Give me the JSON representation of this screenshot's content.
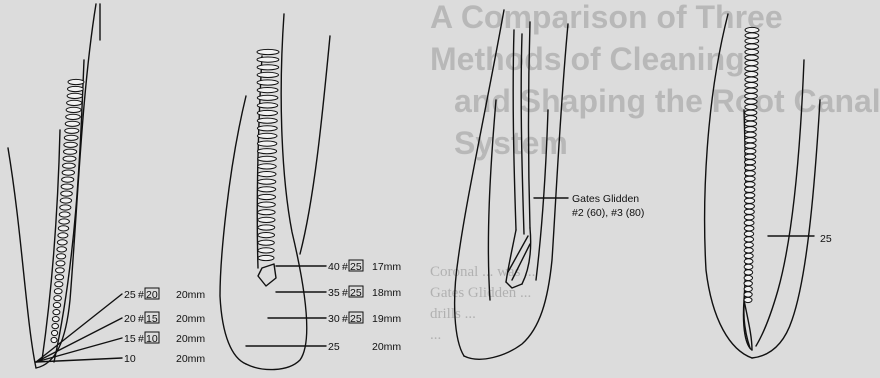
{
  "background_page": {
    "title_line1": "A Comparison of Three Methods of Cleaning",
    "title_line2": "and Shaping the Root Canal System",
    "body_text": "Coronal ... was ...\nGates Glidden ...\ndrills ...\n..."
  },
  "panels": [
    {
      "id": "panel-1",
      "labels": [
        {
          "prefix": "25",
          "boxed": "20",
          "length": "20mm"
        },
        {
          "prefix": "20",
          "boxed": "15",
          "length": "20mm"
        },
        {
          "prefix": "15",
          "boxed": "10",
          "length": "20mm"
        },
        {
          "prefix": "10",
          "boxed": "",
          "length": "20mm"
        }
      ]
    },
    {
      "id": "panel-2",
      "labels": [
        {
          "prefix": "40",
          "boxed": "25",
          "length": "17mm"
        },
        {
          "prefix": "35",
          "boxed": "25",
          "length": "18mm"
        },
        {
          "prefix": "30",
          "boxed": "25",
          "length": "19mm"
        },
        {
          "prefix": "25",
          "boxed": "",
          "length": "20mm"
        }
      ]
    },
    {
      "id": "panel-3",
      "callout_line1": "Gates Glidden",
      "callout_line2": "#2 (60), #3 (80)"
    },
    {
      "id": "panel-4",
      "callout": "25"
    }
  ],
  "colors": {
    "ink": "#111111",
    "background": "#dcdcdc"
  }
}
